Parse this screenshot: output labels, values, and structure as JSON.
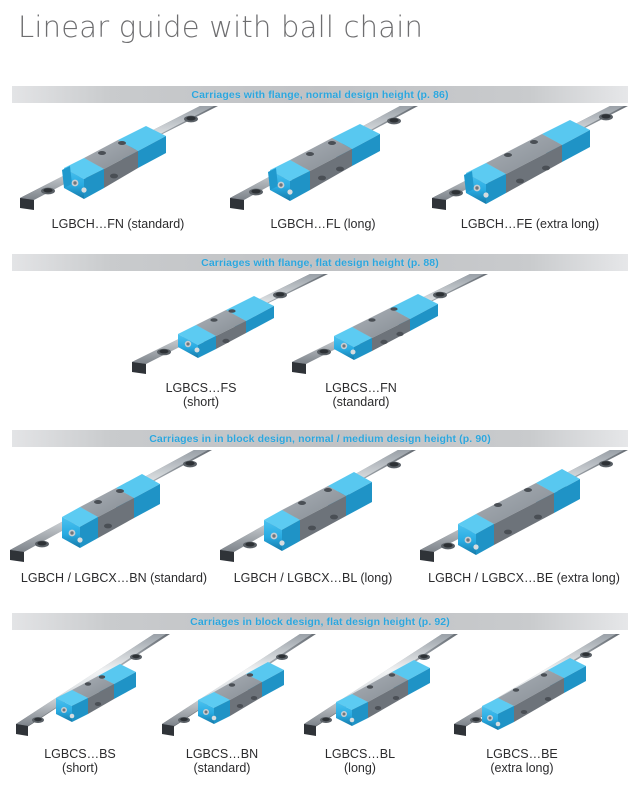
{
  "page": {
    "title": "Linear guide with ball chain"
  },
  "colors": {
    "title_gray": "#6e6e70",
    "band_blue": "#2ba6de",
    "band_gray_light": "#e3e4e6",
    "band_gray_dark": "#bfc1c4",
    "cap_cyan": "#29abe2",
    "cap_cyan_dark": "#1b85b4",
    "body_gray": "#6f737a",
    "body_gray_light": "#9aa0a8",
    "rail_steel": "#b9bfc4",
    "rail_dark": "#3c4045",
    "caption_text": "#2b2b2d"
  },
  "sections": [
    {
      "id": "flange-normal",
      "header": "Carriages with flange, normal design height (p. 86)",
      "page_ref": "p. 86",
      "variant": "flange",
      "items": [
        {
          "code": "LGBCH…FN (standard)",
          "line1": "LGBCH…FN (standard)",
          "line2": "",
          "length": "standard"
        },
        {
          "code": "LGBCH…FL (long)",
          "line1": "LGBCH…FL (long)",
          "line2": "",
          "length": "long"
        },
        {
          "code": "LGBCH…FE (extra long)",
          "line1": "LGBCH…FE (extra long)",
          "line2": "",
          "length": "extra-long"
        }
      ]
    },
    {
      "id": "flange-flat",
      "header": "Carriages with flange, flat design height (p. 88)",
      "page_ref": "p. 88",
      "variant": "flange-flat",
      "items": [
        {
          "code": "LGBCS…FS",
          "line1": "LGBCS…FS",
          "line2": "(short)",
          "length": "short"
        },
        {
          "code": "LGBCS…FN",
          "line1": "LGBCS…FN",
          "line2": "(standard)",
          "length": "standard"
        }
      ]
    },
    {
      "id": "block-normal",
      "header": "Carriages in in block design, normal / medium design height (p. 90)",
      "page_ref": "p. 90",
      "variant": "block",
      "items": [
        {
          "code": "LGBCH / LGBCX…BN (standard)",
          "line1": "LGBCH / LGBCX…BN (standard)",
          "line2": "",
          "length": "standard"
        },
        {
          "code": "LGBCH / LGBCX…BL (long)",
          "line1": "LGBCH / LGBCX…BL (long)",
          "line2": "",
          "length": "long"
        },
        {
          "code": "LGBCH / LGBCX…BE (extra long)",
          "line1": "LGBCH / LGBCX…BE (extra long)",
          "line2": "",
          "length": "extra-long"
        }
      ]
    },
    {
      "id": "block-flat",
      "header": "Carriages in block design, flat design height (p. 92)",
      "page_ref": "p. 92",
      "variant": "block-flat",
      "items": [
        {
          "code": "LGBCS…BS",
          "line1": "LGBCS…BS",
          "line2": "(short)",
          "length": "short"
        },
        {
          "code": "LGBCS…BN",
          "line1": "LGBCS…BN",
          "line2": "(standard)",
          "length": "standard"
        },
        {
          "code": "LGBCS…BL",
          "line1": "LGBCS…BL",
          "line2": "(long)",
          "length": "long"
        },
        {
          "code": "LGBCS…BE",
          "line1": "LGBCS…BE",
          "line2": "(extra long)",
          "length": "extra-long"
        }
      ]
    }
  ]
}
